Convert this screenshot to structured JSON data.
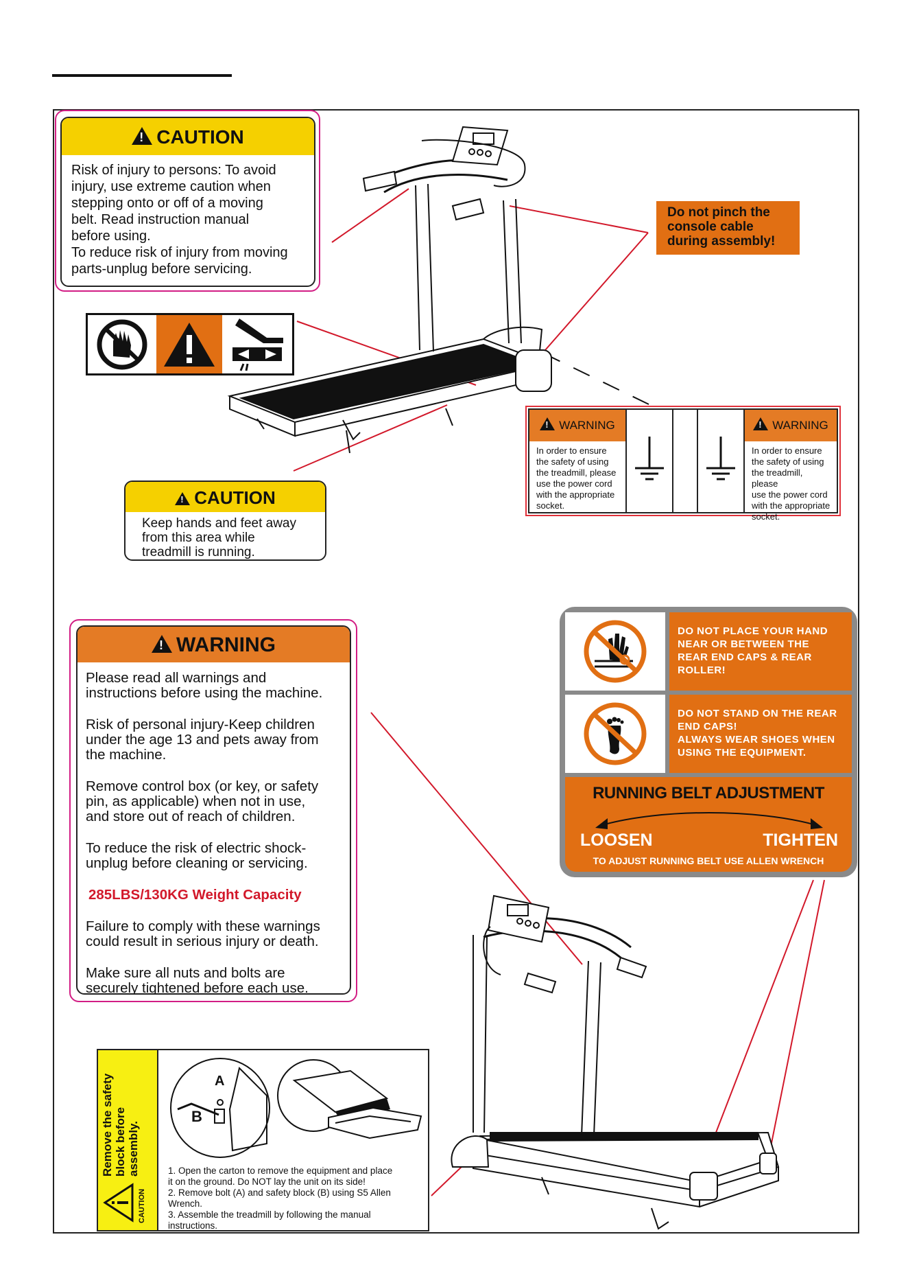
{
  "caution_top": {
    "header": "CAUTION",
    "lines": [
      "Risk of injury to persons: To avoid",
      "injury, use extreme caution when",
      "stepping onto or off of a moving",
      "belt. Read instruction manual",
      "before using.",
      "To reduce risk of injury from moving",
      "parts-unplug before servicing."
    ]
  },
  "console_note": {
    "lines": [
      "Do not pinch the",
      "console cable",
      "during assembly!"
    ]
  },
  "ground_warning": {
    "left_header": "WARNING",
    "left_lines": [
      "In order to ensure",
      "the safety of using",
      "the treadmill, please",
      "use the power cord",
      "with the appropriate",
      "socket."
    ],
    "right_header": "WARNING",
    "right_lines": [
      "In order to ensure",
      "the safety of using",
      "the treadmill, please",
      "use the power cord",
      "with the appropriate",
      "socket."
    ]
  },
  "caution_mid": {
    "header": "CAUTION",
    "lines": [
      "Keep hands and feet away",
      "from this area while",
      "treadmill is running."
    ]
  },
  "warning_main": {
    "header": "WARNING",
    "paragraphs": [
      [
        "Please read all warnings and",
        "instructions before using the machine."
      ],
      [
        "Risk of personal injury-Keep children",
        "under the age 13 and pets away from",
        "the machine."
      ],
      [
        "Remove control box (or key, or safety",
        "pin, as applicable) when not in use,",
        "and store out of reach of children."
      ],
      [
        "To reduce the risk of electric shock-",
        "unplug before cleaning or servicing."
      ]
    ],
    "capacity": "285LBS/130KG Weight Capacity",
    "paragraphs_after": [
      [
        "Failure to comply with these warnings",
        "could result in serious injury or death."
      ],
      [
        "Make sure all nuts and bolts are",
        "securely tightened before each use."
      ]
    ]
  },
  "pictogram_card": {
    "hand_text": [
      "DO NOT PLACE YOUR HAND",
      "NEAR OR BETWEEN THE",
      "REAR END CAPS & REAR",
      "ROLLER!"
    ],
    "foot_text": [
      "DO NOT STAND ON THE REAR",
      "END CAPS!",
      "ALWAYS WEAR SHOES WHEN",
      "USING THE EQUIPMENT."
    ],
    "belt_title": "RUNNING BELT  ADJUSTMENT",
    "loosen": "LOOSEN",
    "tighten": "TIGHTEN",
    "belt_footer": "TO ADJUST RUNNING BELT USE ALLEN WRENCH"
  },
  "safety_block": {
    "side_line1": "Remove the safety",
    "side_line2": "block before assembly.",
    "side_caution": "CAUTION",
    "label_a": "A",
    "label_b": "B",
    "steps": [
      "1. Open the carton to remove the equipment and place",
      "it on the ground. Do NOT lay the unit on its side!",
      "2. Remove bolt (A) and safety block (B) using S5 Allen",
      "Wrench.",
      "3. Assemble the treadmill by following the manual",
      "instructions."
    ]
  },
  "colors": {
    "caution_yellow": "#f5d000",
    "warning_orange": "#e47b25",
    "label_orange": "#e16f13",
    "pink_border": "#d21d84",
    "capacity_red": "#d2182a",
    "leader_red": "#d2182a"
  }
}
